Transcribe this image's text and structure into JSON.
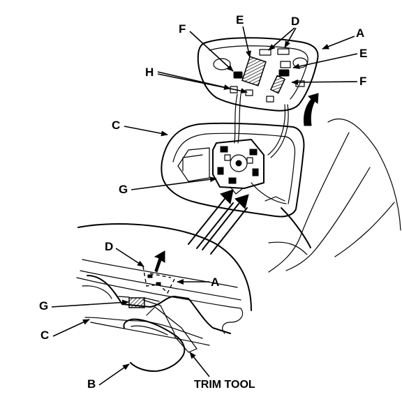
{
  "callouts": {
    "top_f": "F",
    "top_e": "E",
    "top_d": "D",
    "top_a": "A",
    "right_e": "E",
    "right_f": "F",
    "top_h": "H",
    "mid_c": "C",
    "mid_g": "G",
    "low_d": "D",
    "low_a": "A",
    "low_g": "G",
    "low_c": "C",
    "low_b": "B",
    "trim_tool": "TRIM TOOL"
  },
  "colors": {
    "ink": "#000000",
    "paper": "#ffffff"
  }
}
